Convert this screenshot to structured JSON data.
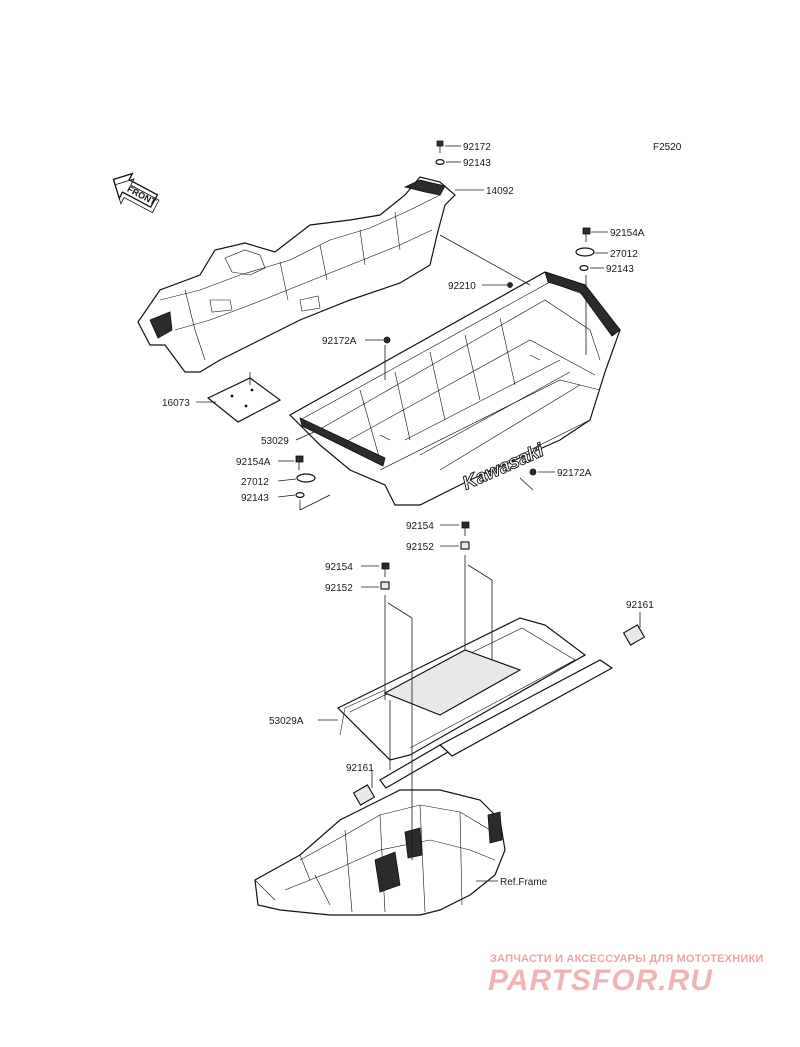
{
  "diagram": {
    "figure_code": "F2520",
    "front_arrow": "FRONT",
    "brand_text": "Kawasaki",
    "labels": {
      "p92172_top": "92172",
      "p92143_top": "92143",
      "p14092": "14092",
      "p92154A_right": "92154A",
      "p27012_right": "27012",
      "p92143_right": "92143",
      "p92210": "92210",
      "p92172A_left": "92172A",
      "p16073": "16073",
      "p53029": "53029",
      "p92154A_left": "92154A",
      "p27012_left": "27012",
      "p92143_left": "92143",
      "p92172A_right": "92172A",
      "p92154_upper": "92154",
      "p92152_upper": "92152",
      "p92154_lower": "92154",
      "p92152_lower": "92152",
      "p92161_right": "92161",
      "p53029A": "53029A",
      "p92161_left": "92161",
      "ref_frame": "Ref.Frame"
    }
  },
  "watermark": {
    "subtitle": "ЗАПЧАСТИ И АКСЕССУАРЫ ДЛЯ МОТОТЕХНИКИ",
    "brand": "PARTSFOR.RU"
  }
}
